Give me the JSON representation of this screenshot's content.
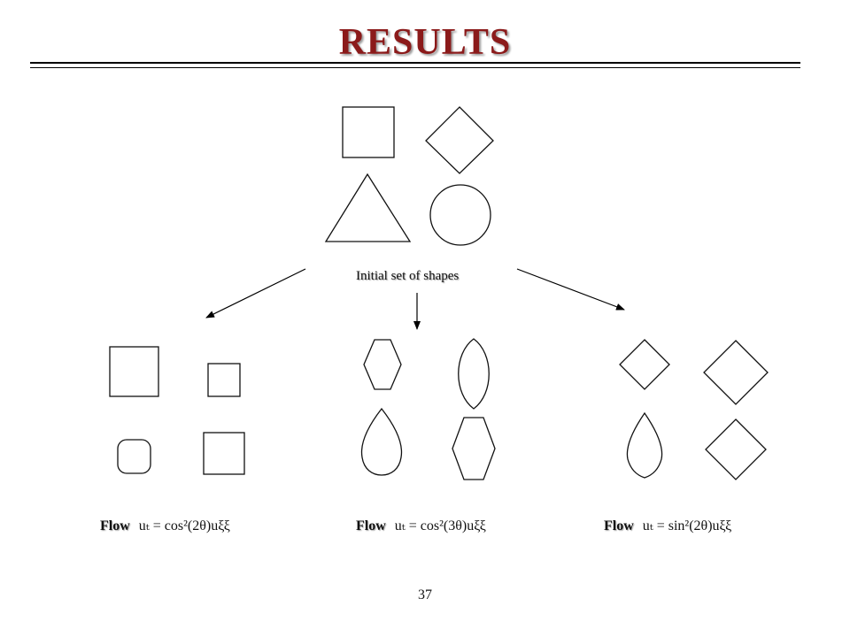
{
  "slide": {
    "title": "RESULTS",
    "page_number": "37"
  },
  "initial": {
    "caption": "Initial set of shapes"
  },
  "flows": [
    {
      "word": "Flow",
      "formula": "uₜ = cos²(2θ)uξξ"
    },
    {
      "word": "Flow",
      "formula": "uₜ = cos²(3θ)uξξ"
    },
    {
      "word": "Flow",
      "formula": "uₜ = sin²(2θ)uξξ"
    }
  ]
}
